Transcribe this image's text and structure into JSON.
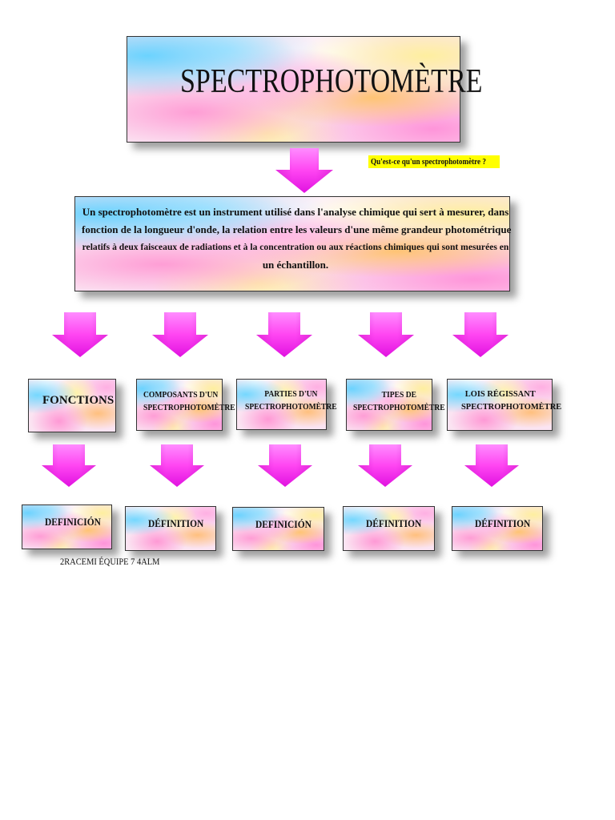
{
  "title": "SPECTROPHOTOMÈTRE",
  "question": "Qu'est-ce qu'un spectrophotomètre ?",
  "definition": {
    "lines": [
      "Un spectrophotomètre est un instrument utilisé dans l'analyse chimique qui sert à mesurer, dans",
      "fonction de la longueur d'onde, la relation entre les valeurs d'une même grandeur photométrique",
      "relatifs à deux faisceaux de radiations et à la concentration ou aux réactions chimiques qui sont mesurées en",
      "un échantillon."
    ]
  },
  "categories": [
    {
      "lines": [
        "FONCTIONS"
      ]
    },
    {
      "lines": [
        "COMPOSANTS D'UN",
        "SPECTROPHOTOMÈTRE"
      ]
    },
    {
      "lines": [
        "PARTIES D'UN",
        "SPECTROPHOTOMÈTRE"
      ]
    },
    {
      "lines": [
        "TIPES DE",
        "SPECTROPHOTOMÈTRE"
      ]
    },
    {
      "lines": [
        "LOIS RÉGISSANT",
        "SPECTROPHOTOMÈTRE"
      ]
    }
  ],
  "subtopics": [
    {
      "label": "DEFINICIÓN"
    },
    {
      "label": "DÉFINITION"
    },
    {
      "label": "DEFINICIÓN"
    },
    {
      "label": "DÉFINITION"
    },
    {
      "label": "DÉFINITION"
    }
  ],
  "footer": "2RACEMI ÉQUIPE 7 4ALM",
  "colors": {
    "arrow_light": "#ff8cff",
    "arrow_mid": "#ff45f2",
    "arrow_dark": "#e012e0",
    "question_highlight": "#ffff00",
    "box_border": "#333333"
  }
}
